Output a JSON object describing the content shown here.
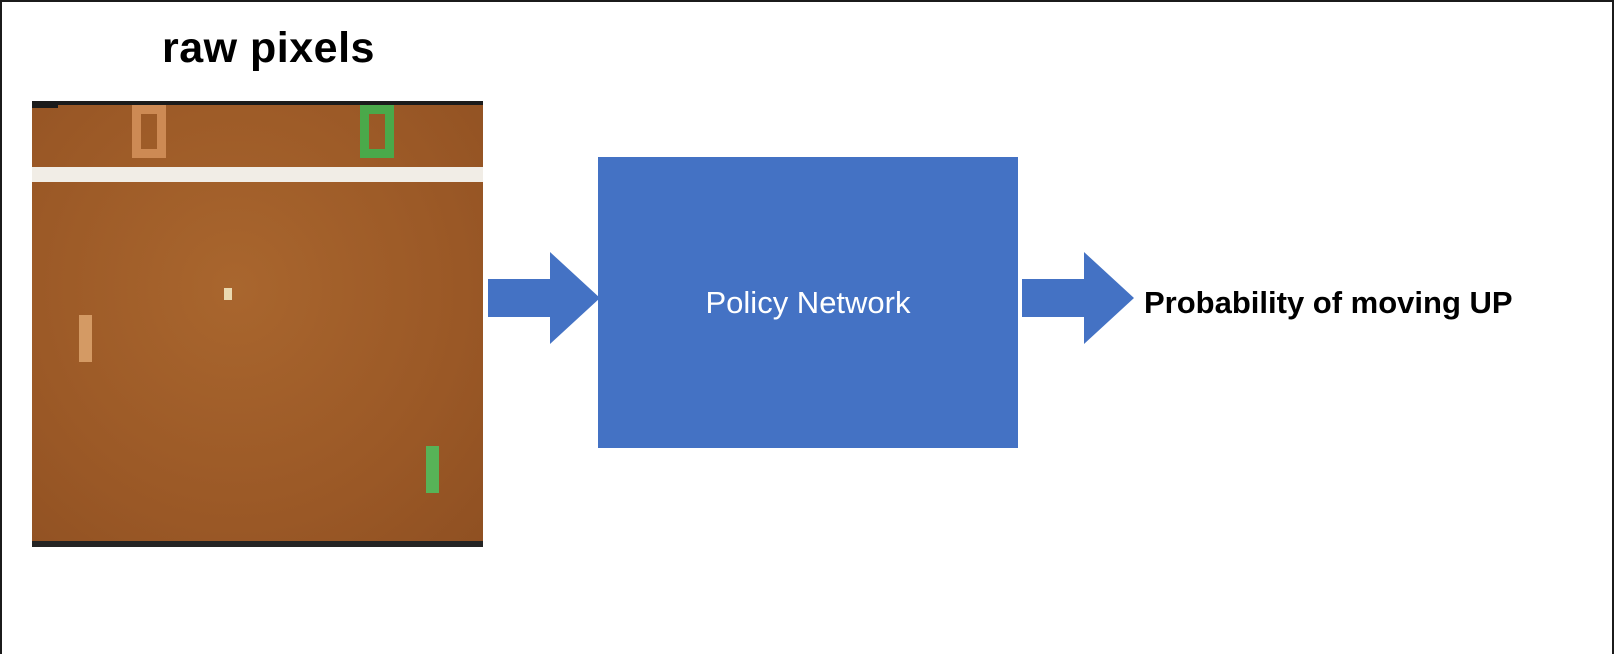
{
  "labels": {
    "raw_pixels": "raw pixels",
    "policy_network": "Policy Network",
    "output": "Probability of moving UP"
  },
  "pong_screen": {
    "left_score": "0",
    "right_score": "0"
  },
  "colors": {
    "arrow_blue": "#4472c4",
    "box_blue": "#4472c4",
    "box_text": "#ffffff",
    "pong_brown": "#9a5826",
    "pong_brown_light": "#a9662e",
    "divider_white": "#f1ede6",
    "score_left": "#cd8a54",
    "score_right": "#4aa94a",
    "paddle_left": "#d49a64",
    "paddle_right": "#57b357",
    "ball": "#ead9b0",
    "frame_black": "#1b1b1b",
    "label_text": "#000000"
  }
}
